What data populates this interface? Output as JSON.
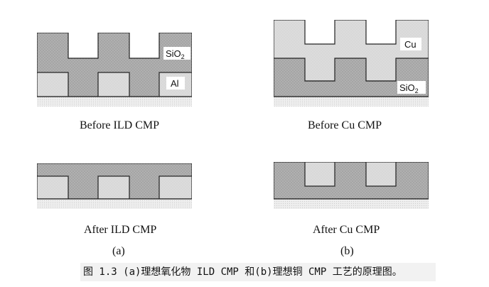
{
  "labels": {
    "sio2": "SiO",
    "sio2_sub": "2",
    "al": "Al",
    "cu": "Cu"
  },
  "captions": {
    "before_ild": "Before ILD CMP",
    "after_ild": "After ILD CMP",
    "before_cu": "Before Cu CMP",
    "after_cu": "After Cu CMP",
    "part_a": "(a)",
    "part_b": "(b)"
  },
  "figure_caption": "图 1.3 (a)理想氧化物 ILD CMP 和(b)理想铜 CMP 工艺的原理图。",
  "colors": {
    "light_fill": "#d9d9d9",
    "dark_fill": "#a9a9a9",
    "substrate": "#e6e6e6",
    "line": "#222222",
    "caption_bg": "#f2f2f2"
  }
}
